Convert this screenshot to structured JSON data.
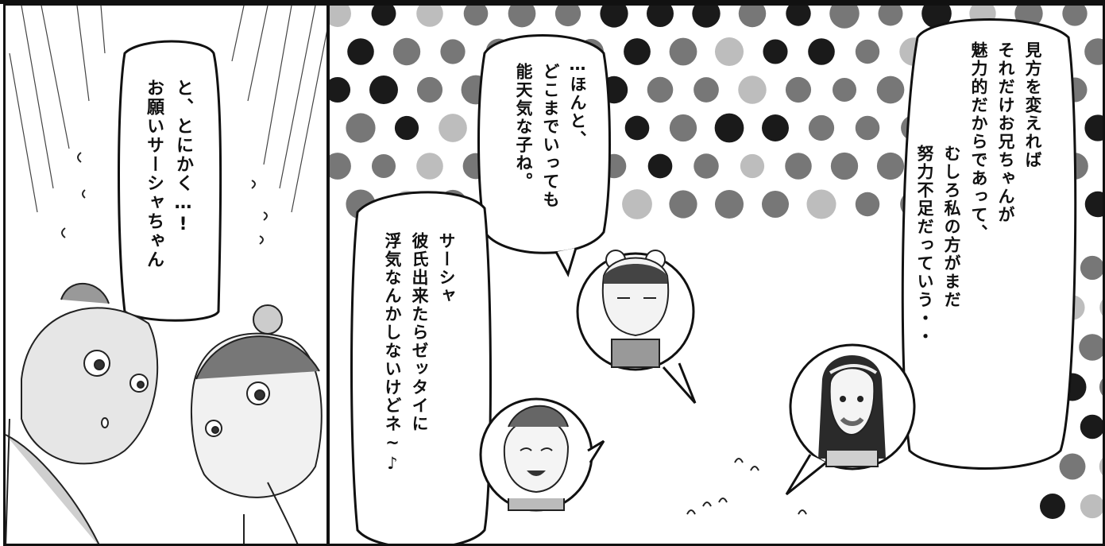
{
  "panels": {
    "left": {
      "bubble": {
        "line1": "と、とにかく…!",
        "line2": "お願いサーシャちゃん"
      }
    },
    "right": {
      "bubble_top": {
        "line1": "…ほんと、",
        "line2": "どこまでいっても",
        "line3": "能天気な子ね。"
      },
      "bubble_bottom_left": {
        "line1": "サーシャ",
        "line2": "彼氏出来たらゼッタイに",
        "line3": "浮気なんかしないけどネ~♪"
      },
      "bubble_right": {
        "line1": "見方を変えれば",
        "line2": "それだけお兄ちゃんが",
        "line3": "魅力的だからであって、",
        "line4": "むしろ私の方がまだ",
        "line5": "努力不足だっていう・・"
      }
    }
  },
  "colors": {
    "ink": "#111111",
    "dot_dark": "#1a1a1a",
    "dot_mid": "#777777",
    "dot_light": "#bdbdbd",
    "paper": "#ffffff"
  }
}
